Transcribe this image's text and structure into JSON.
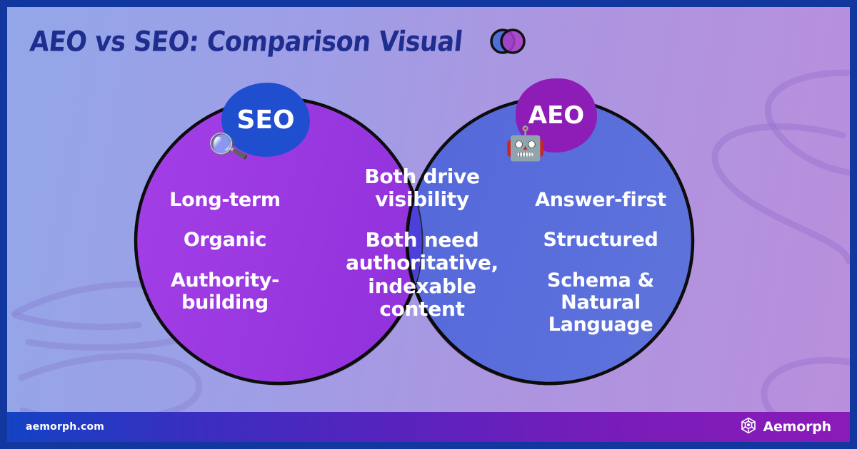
{
  "page": {
    "title": "AEO vs SEO: Comparison Visual",
    "title_icon": "venn-diagram-icon",
    "border_color": "#12379e",
    "background_gradient_start": "#93a7e8",
    "background_gradient_end": "#b98fdc"
  },
  "venn": {
    "left": {
      "badge_label": "SEO",
      "badge_color": "#1f4fcf",
      "badge_emoji": "🔍",
      "badge_emoji_name": "magnifying-glass-emoji",
      "circle_color": "#9b3de0",
      "items": [
        "Long-term",
        "Organic",
        "Authority-building"
      ]
    },
    "right": {
      "badge_label": "AEO",
      "badge_color": "#8e1cb7",
      "badge_emoji": "🤖",
      "badge_emoji_name": "robot-emoji",
      "circle_color": "#5566d8",
      "items": [
        "Answer-first",
        "Structured",
        "Schema & Natural Language"
      ]
    },
    "overlap": {
      "color": "#4d3fdb",
      "items": [
        "Both drive visibility",
        "Both need authoritative, indexable content"
      ]
    },
    "outline_color": "#000000"
  },
  "footer": {
    "url": "aemorph.com",
    "brand": "Aemorph",
    "logo_icon": "aemorph-hex-rosette-logo",
    "gradient_start": "#1443c4",
    "gradient_end": "#8a1bb8"
  }
}
